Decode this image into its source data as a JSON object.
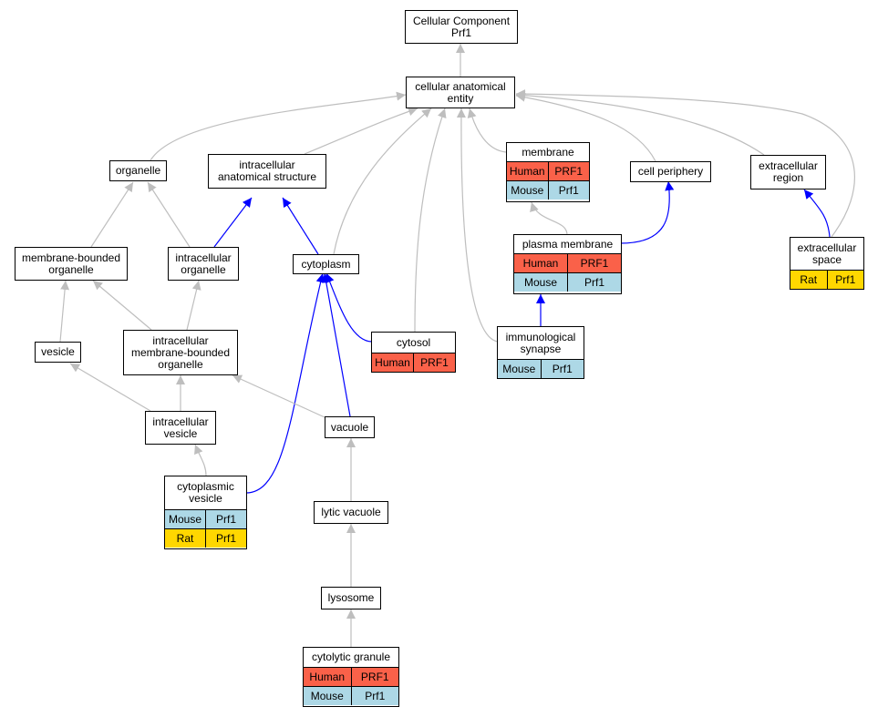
{
  "colors": {
    "is_a_edge": "#bebebe",
    "part_of_edge": "#0000ff",
    "human": "#fa6149",
    "mouse": "#add8e6",
    "rat": "#ffd700"
  },
  "nodes": {
    "root": {
      "label": "Cellular Component\nPrf1"
    },
    "cae": {
      "label": "cellular anatomical\nentity"
    },
    "organelle": {
      "label": "organelle"
    },
    "ias": {
      "label": "intracellular\nanatomical structure"
    },
    "membrane": {
      "label": "membrane",
      "rows": [
        [
          "Human",
          "PRF1"
        ],
        [
          "Mouse",
          "Prf1"
        ]
      ]
    },
    "cellper": {
      "label": "cell periphery"
    },
    "extreg": {
      "label": "extracellular\nregion"
    },
    "mbo": {
      "label": "membrane-bounded\norganelle"
    },
    "intorg": {
      "label": "intracellular\norganelle"
    },
    "cytoplasm": {
      "label": "cytoplasm"
    },
    "plasmamem": {
      "label": "plasma membrane",
      "rows": [
        [
          "Human",
          "PRF1"
        ],
        [
          "Mouse",
          "Prf1"
        ]
      ]
    },
    "extspace": {
      "label": "extracellular\nspace",
      "rows": [
        [
          "Rat",
          "Prf1"
        ]
      ]
    },
    "vesicle": {
      "label": "vesicle"
    },
    "imbo": {
      "label": "intracellular\nmembrane-bounded\norganelle"
    },
    "cytosol": {
      "label": "cytosol",
      "rows": [
        [
          "Human",
          "PRF1"
        ]
      ]
    },
    "immsyn": {
      "label": "immunological\nsynapse",
      "rows": [
        [
          "Mouse",
          "Prf1"
        ]
      ]
    },
    "intves": {
      "label": "intracellular\nvesicle"
    },
    "vacuole": {
      "label": "vacuole"
    },
    "cytoves": {
      "label": "cytoplasmic\nvesicle",
      "rows": [
        [
          "Mouse",
          "Prf1"
        ],
        [
          "Rat",
          "Prf1"
        ]
      ]
    },
    "lyticvac": {
      "label": "lytic vacuole"
    },
    "lysosome": {
      "label": "lysosome"
    },
    "cytogran": {
      "label": "cytolytic granule",
      "rows": [
        [
          "Human",
          "PRF1"
        ],
        [
          "Mouse",
          "Prf1"
        ]
      ]
    }
  },
  "edges": [
    {
      "from": "cae",
      "to": "root",
      "type": "is_a"
    },
    {
      "from": "organelle",
      "to": "cae",
      "type": "is_a"
    },
    {
      "from": "ias",
      "to": "cae",
      "type": "is_a"
    },
    {
      "from": "cytoplasm",
      "to": "cae",
      "type": "is_a"
    },
    {
      "from": "cytosol",
      "to": "cae",
      "type": "is_a"
    },
    {
      "from": "immsyn",
      "to": "cae",
      "type": "is_a"
    },
    {
      "from": "membrane",
      "to": "cae",
      "type": "is_a"
    },
    {
      "from": "cellper",
      "to": "cae",
      "type": "is_a"
    },
    {
      "from": "extreg",
      "to": "cae",
      "type": "is_a"
    },
    {
      "from": "extspace",
      "to": "cae",
      "type": "is_a"
    },
    {
      "from": "mbo",
      "to": "organelle",
      "type": "is_a"
    },
    {
      "from": "intorg",
      "to": "organelle",
      "type": "is_a"
    },
    {
      "from": "intorg",
      "to": "ias",
      "type": "part_of"
    },
    {
      "from": "cytoplasm",
      "to": "ias",
      "type": "part_of"
    },
    {
      "from": "plasmamem",
      "to": "membrane",
      "type": "is_a"
    },
    {
      "from": "plasmamem",
      "to": "cellper",
      "type": "part_of"
    },
    {
      "from": "extspace",
      "to": "extreg",
      "type": "part_of"
    },
    {
      "from": "immsyn",
      "to": "plasmamem",
      "type": "part_of"
    },
    {
      "from": "vesicle",
      "to": "mbo",
      "type": "is_a"
    },
    {
      "from": "imbo",
      "to": "mbo",
      "type": "is_a"
    },
    {
      "from": "imbo",
      "to": "intorg",
      "type": "is_a"
    },
    {
      "from": "cytosol",
      "to": "cytoplasm",
      "type": "part_of"
    },
    {
      "from": "vacuole",
      "to": "cytoplasm",
      "type": "part_of"
    },
    {
      "from": "cytoves",
      "to": "cytoplasm",
      "type": "part_of"
    },
    {
      "from": "intves",
      "to": "vesicle",
      "type": "is_a"
    },
    {
      "from": "intves",
      "to": "imbo",
      "type": "is_a"
    },
    {
      "from": "vacuole",
      "to": "imbo",
      "type": "is_a"
    },
    {
      "from": "cytoves",
      "to": "intves",
      "type": "is_a"
    },
    {
      "from": "lyticvac",
      "to": "vacuole",
      "type": "is_a"
    },
    {
      "from": "lysosome",
      "to": "lyticvac",
      "type": "is_a"
    },
    {
      "from": "cytogran",
      "to": "lysosome",
      "type": "is_a"
    }
  ]
}
